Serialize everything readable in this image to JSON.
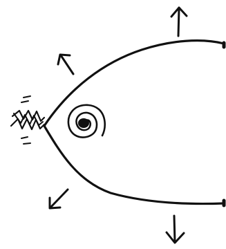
{
  "drawing": {
    "ink_color": "#111111",
    "background_color": "#ffffff",
    "elements": [
      "fish-body-outline",
      "eye-spiral",
      "tail-zigzag",
      "direction-arrows"
    ]
  }
}
